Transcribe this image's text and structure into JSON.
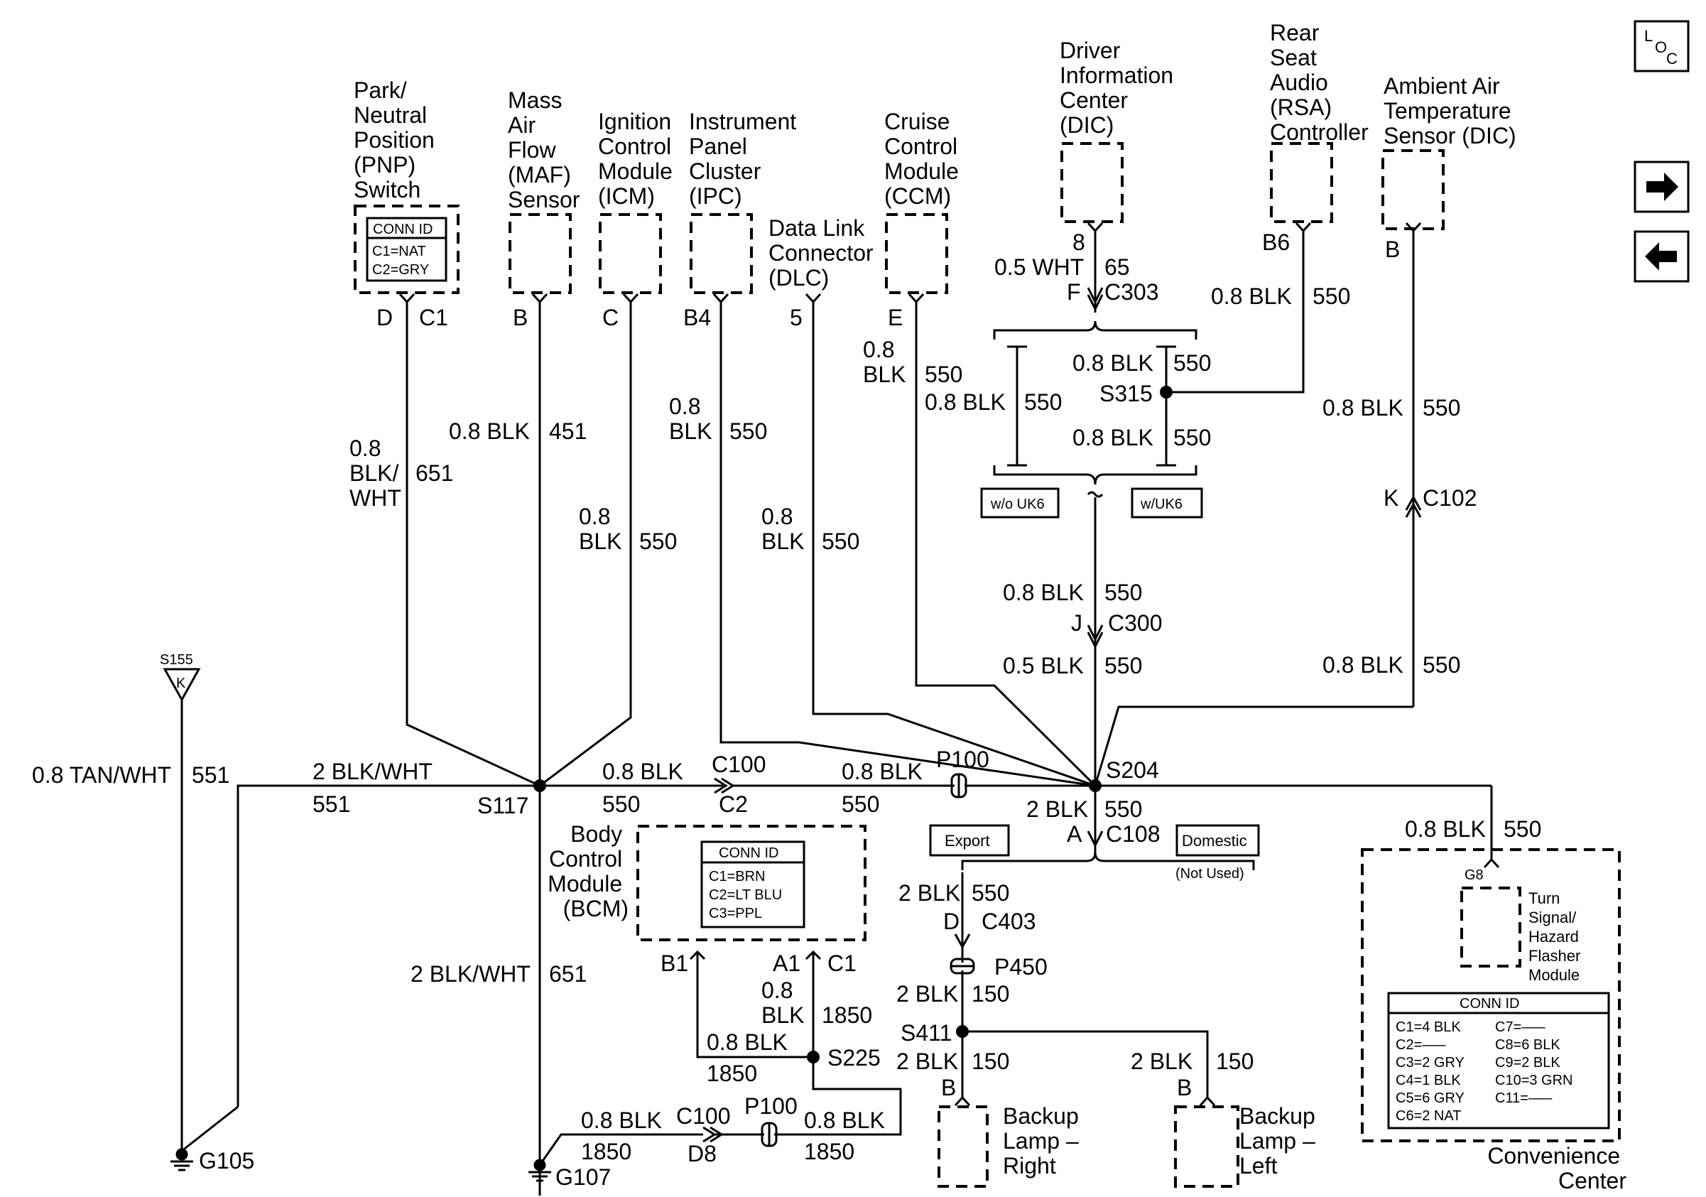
{
  "components": {
    "pnp": [
      "Park/",
      "Neutral",
      "Position",
      "(PNP)",
      "Switch"
    ],
    "pnp_conn": {
      "title": "CONN ID",
      "lines": [
        "C1=NAT",
        "C2=GRY"
      ]
    },
    "maf": [
      "Mass",
      "Air",
      "Flow",
      "(MAF)",
      "Sensor"
    ],
    "icm": [
      "Ignition",
      "Control",
      "Module",
      "(ICM)"
    ],
    "ipc": [
      "Instrument",
      "Panel",
      "Cluster",
      "(IPC)"
    ],
    "dlc": [
      "Data Link",
      "Connector",
      "(DLC)"
    ],
    "ccm": [
      "Cruise",
      "Control",
      "Module",
      "(CCM)"
    ],
    "dic": [
      "Driver",
      "Information",
      "Center",
      "(DIC)"
    ],
    "rsa": [
      "Rear",
      "Seat",
      "Audio",
      "(RSA)",
      "Controller"
    ],
    "aat": [
      "Ambient Air",
      "Temperature",
      "Sensor (DIC)"
    ],
    "bcm": [
      "Body",
      "Control",
      "Module",
      "(BCM)"
    ],
    "bcm_conn": {
      "title": "CONN ID",
      "lines": [
        "C1=BRN",
        "C2=LT BLU",
        "C3=PPL"
      ]
    },
    "backup_right": [
      "Backup",
      "Lamp –",
      "Right"
    ],
    "backup_left": [
      "Backup",
      "Lamp –",
      "Left"
    ],
    "flasher": [
      "Turn",
      "Signal/",
      "Hazard",
      "Flasher",
      "Module"
    ],
    "convenience": [
      "Convenience",
      "Center"
    ],
    "conv_conn": {
      "title": "CONN ID",
      "left": [
        "C1=4 BLK",
        "C2=–––",
        "C3=2 GRY",
        "C4=1 BLK",
        "C5=6 GRY",
        "C6=2 NAT"
      ],
      "right": [
        "C7=–––",
        "C8=6 BLK",
        "C9=2 BLK",
        "C10=3 GRN",
        "C11=–––"
      ]
    }
  },
  "option_boxes": {
    "wo_uk6": "w/o UK6",
    "w_uk6": "w/UK6",
    "export": "Export",
    "domestic": "Domestic",
    "not_used": "(Not Used)"
  },
  "labels": {
    "pnp_pin_d": "D",
    "pnp_pin_c1": "C1",
    "maf_pin": "B",
    "icm_pin": "C",
    "ipc_pin": "B4",
    "dlc_pin": "5",
    "ccm_pin": "E",
    "dic_pin": "8",
    "rsa_pin": "B6",
    "aat_pin": "B",
    "w651_a": "0.8",
    "w651_b": "BLK/",
    "w651_c": "WHT",
    "w651_num": "651",
    "w451": "0.8 BLK",
    "w451_num": "451",
    "wicm_a": "0.8",
    "wicm_b": "BLK",
    "wicm_num": "550",
    "wipc_a": "0.8",
    "wipc_b": "BLK",
    "wipc_num": "550",
    "wdlc_a": "0.8",
    "wdlc_b": "BLK",
    "wdlc_num": "550",
    "wccm_a": "0.8",
    "wccm_b": "BLK",
    "wccm_num": "550",
    "wdic": "0.5 WHT",
    "wdic_num": "65",
    "c303_pin": "F",
    "c303": "C303",
    "wrsa": "0.8 BLK",
    "wrsa_num": "550",
    "ws315_top": "0.8 BLK",
    "ws315_top_num": "550",
    "s315": "S315",
    "ws315_bot": "0.8 BLK",
    "ws315_bot_num": "550",
    "wwo": "0.8 BLK",
    "wwo_num": "550",
    "waat": "0.8 BLK",
    "waat_num": "550",
    "c102_pin": "K",
    "c102": "C102",
    "waat2": "0.8 BLK",
    "waat2_num": "550",
    "wc300_top": "0.8 BLK",
    "wc300_top_num": "550",
    "c300_pin": "J",
    "c300": "C300",
    "wc300_bot": "0.5 BLK",
    "wc300_bot_num": "550",
    "s155": "S155",
    "s155_pin": "K",
    "wtan": "0.8 TAN/WHT",
    "wtan_num": "551",
    "w551": "2 BLK/WHT",
    "w551_num": "551",
    "s117": "S117",
    "wc100": "0.8 BLK",
    "wc100_num": "550",
    "c100_top": "C100",
    "c100_pin": "C2",
    "wp100": "0.8 BLK",
    "wp100_num": "550",
    "p100_top": "P100",
    "s204": "S204",
    "wc108": "2 BLK",
    "wc108_num": "550",
    "c108_pin": "A",
    "c108": "C108",
    "wconv": "0.8 BLK",
    "wconv_num": "550",
    "g8": "G8",
    "wc403": "2 BLK",
    "wc403_num": "550",
    "c403_pin": "D",
    "c403": "C403",
    "p450": "P450",
    "wp450": "2 BLK",
    "wp450_num": "150",
    "s411": "S411",
    "wbr": "2 BLK",
    "wbr_num": "150",
    "br_pin": "B",
    "wbl": "2 BLK",
    "wbl_num": "150",
    "bl_pin": "B",
    "w651b": "2 BLK/WHT",
    "w651b_num": "651",
    "bcm_b1": "B1",
    "bcm_a1": "A1",
    "bcm_c1": "C1",
    "w1850a": "0.8",
    "w1850b": "BLK",
    "w1850_num": "1850",
    "w1850l": "0.8 BLK",
    "w1850l_num": "1850",
    "s225": "S225",
    "wg107a": "0.8 BLK",
    "wg107a_num": "1850",
    "c100b": "C100",
    "c100b_pin": "D8",
    "p100b": "P100",
    "wg107b": "0.8 BLK",
    "wg107b_num": "1850",
    "g105": "G105",
    "g107": "G107"
  },
  "nav": {
    "loc_l": "L",
    "loc_o": "O",
    "loc_c": "C"
  }
}
